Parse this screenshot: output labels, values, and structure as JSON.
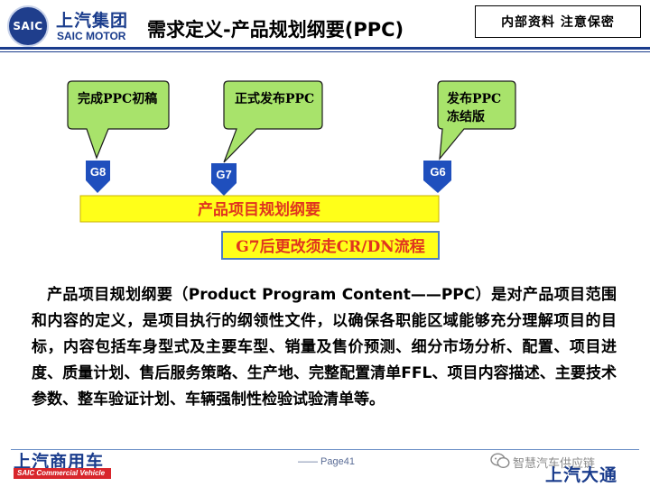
{
  "header": {
    "logo_badge": "SAIC",
    "logo_cn": "上汽集团",
    "logo_en": "SAIC MOTOR",
    "title": "需求定义-产品规划纲要(PPC)",
    "confidential": "内部资料 注意保密"
  },
  "diagram": {
    "bubbles": [
      {
        "lines": [
          "完成PPC初稿"
        ]
      },
      {
        "lines": [
          "正式发布PPC"
        ]
      },
      {
        "lines": [
          "发布PPC",
          "冻结版"
        ]
      }
    ],
    "gates": [
      "G8",
      "G7",
      "G6"
    ],
    "main_bar_label": "产品项目规划纲要",
    "process_bar_label": "G7后更改须走CR/DN流程",
    "colors": {
      "bubble_fill": "#a8e36b",
      "gate_fill": "#1f4fbd",
      "bar_fill": "#ffff19",
      "bar_text": "#e0341f"
    }
  },
  "body": {
    "paragraph": "产品项目规划纲要（Product Program Content——PPC）是对产品项目范围和内容的定义，是项目执行的纲领性文件，以确保各职能区域能够充分理解项目的目标，内容包括车身型式及主要车型、销量及售价预测、细分市场分析、配置、项目进度、质量计划、售后服务策略、生产地、完整配置清单FFL、项目内容描述、主要技术参数、整车验证计划、车辆强制性检验试验清单等。"
  },
  "footer": {
    "logo_cn": "上汽商用车",
    "logo_en": "SAIC Commercial Vehicle",
    "page": "—— Page41",
    "wechat_label": "智慧汽车供应链",
    "right_logo_cn": "上汽大通",
    "wechat_icon": "wechat-icon"
  }
}
